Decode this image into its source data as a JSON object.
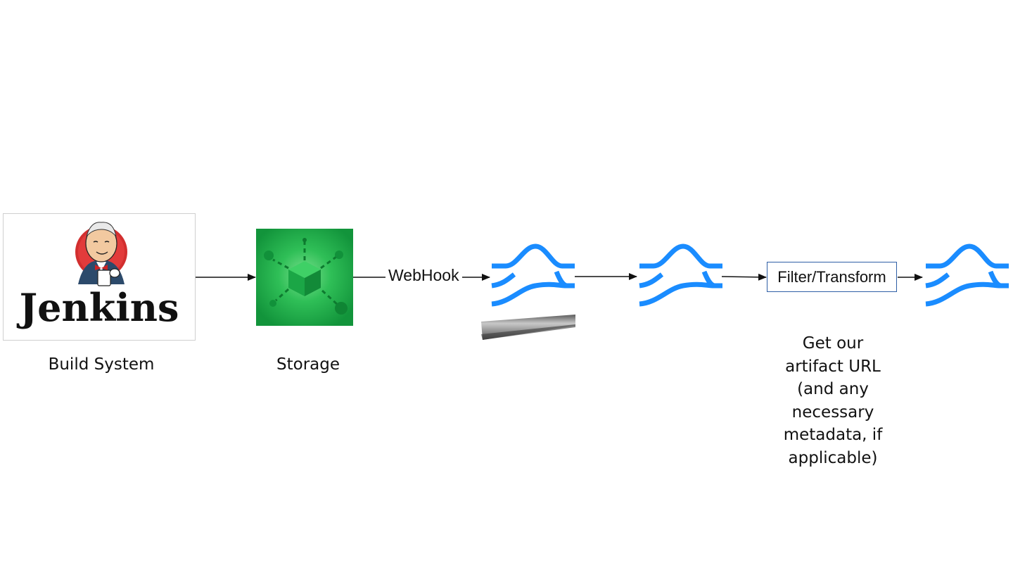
{
  "nodes": {
    "jenkins": {
      "logo_text": "Jenkins",
      "caption": "Build System"
    },
    "storage": {
      "caption": "Storage"
    },
    "filter": {
      "label": "Filter/Transform",
      "note": "Get our artifact URL (and any necessary metadata, if applicable)"
    }
  },
  "edges": {
    "webhook_label": "WebHook"
  },
  "colors": {
    "stream_blue": "#1a8cff",
    "storage_green": "#1fa84a",
    "arrow": "#111111",
    "filter_border": "#2f5fa6"
  },
  "icons": [
    "jenkins-butler-icon",
    "storage-cube-icon",
    "stream-icon",
    "rail-icon"
  ]
}
